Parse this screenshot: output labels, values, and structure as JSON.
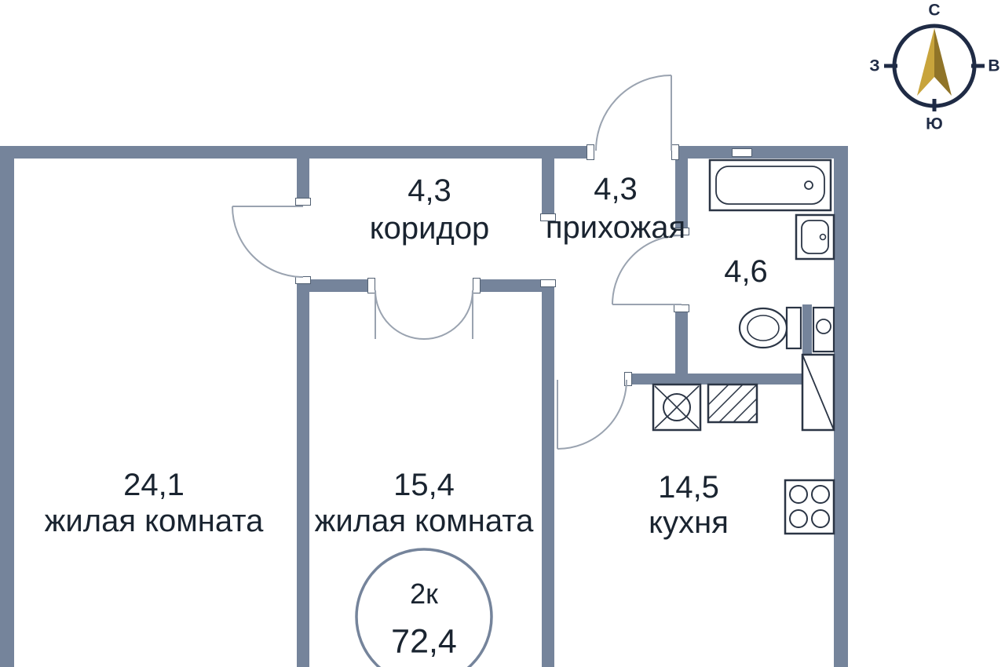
{
  "rooms": {
    "living1": {
      "area": "24,1",
      "label": "жилая комната"
    },
    "living2": {
      "area": "15,4",
      "label": "жилая комната"
    },
    "corridor": {
      "area": "4,3",
      "label": "коридор"
    },
    "hallway": {
      "area": "4,3",
      "label": "прихожая"
    },
    "bathroom": {
      "area": "4,6"
    },
    "kitchen": {
      "area": "14,5",
      "label": "кухня"
    }
  },
  "badge": {
    "rooms": "2к",
    "total_area": "72,4"
  },
  "compass": {
    "north": "С",
    "east": "В",
    "south": "Ю",
    "west": "З"
  },
  "colors": {
    "wall": "#75849B",
    "fixture_line": "#2B3545",
    "door_arc": "#9AA3B0",
    "text": "#1A2430",
    "compass_navy": "#1F2B45",
    "needle_gold_light": "#C8A43C",
    "needle_gold_dark": "#907428"
  }
}
